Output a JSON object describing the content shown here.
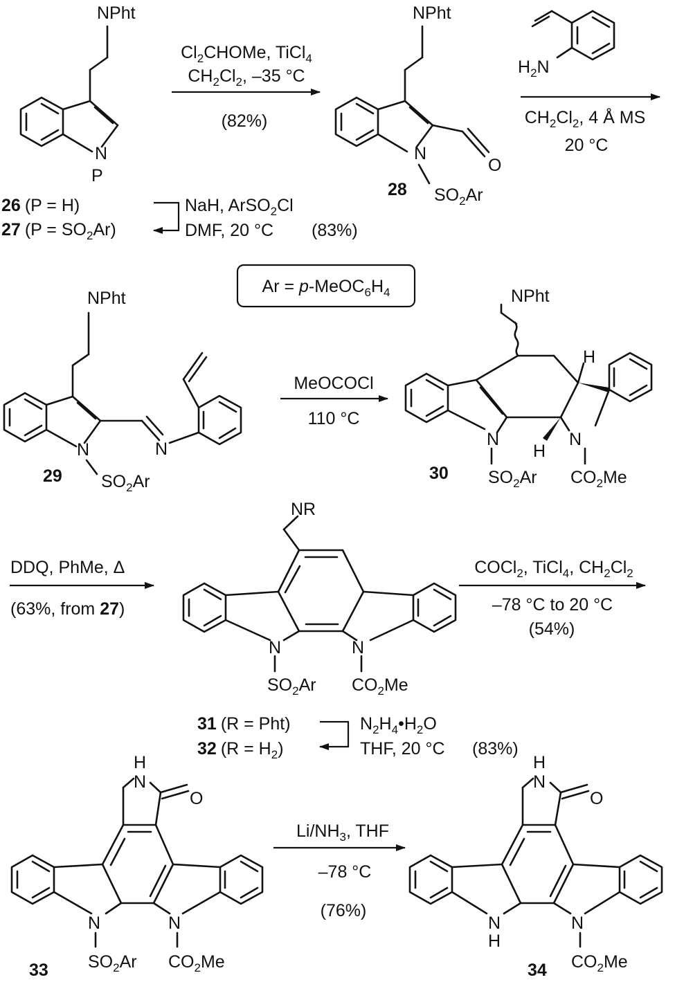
{
  "labels": {
    "npht": "NPht",
    "nr": "NR",
    "n": "N",
    "h": "H",
    "o": "O",
    "p": "P",
    "so2ar": [
      "SO",
      "2",
      "Ar"
    ],
    "co2me": [
      "CO",
      "2",
      "Me"
    ],
    "h2n": [
      "H",
      "2",
      "N"
    ]
  },
  "steps": {
    "s1": {
      "line1": [
        "Cl",
        "2",
        "CHOMe, TiCl",
        "4"
      ],
      "line2": [
        "CH",
        "2",
        "Cl",
        "2",
        ", –35 °C"
      ],
      "yield": "(82%)"
    },
    "s2": {
      "line1": [
        "CH",
        "2",
        "Cl",
        "2",
        ", 4 Å MS"
      ],
      "line2": "20 °C"
    },
    "s3": {
      "line1": [
        "NaH, ArSO",
        "2",
        "Cl"
      ],
      "line2": "DMF, 20 °C",
      "yield": "(83%)"
    },
    "s4": {
      "line1": "MeOCOCl",
      "line2": "110 °C"
    },
    "s5": {
      "line1": "DDQ, PhMe, Δ",
      "line2": [
        "(63%, from ",
        "27",
        ")"
      ]
    },
    "s6": {
      "line1": [
        "COCl",
        "2",
        ", TiCl",
        "4",
        ", CH",
        "2",
        "Cl",
        "2"
      ],
      "line2": "–78 °C to 20 °C",
      "yield": "(54%)"
    },
    "s7": {
      "line1": [
        "N",
        "2",
        "H",
        "4",
        "•H",
        "2",
        "O"
      ],
      "line2": "THF, 20 °C",
      "yield": "(83%)"
    },
    "s8": {
      "line1": [
        "Li/NH",
        "3",
        ", THF"
      ],
      "line2": "–78 °C",
      "yield": "(76%)"
    }
  },
  "compounds": {
    "c26": {
      "num": "26",
      "desc": "(P = H)"
    },
    "c27": {
      "num": "27",
      "desc": [
        "(P = SO",
        "2",
        "Ar)"
      ]
    },
    "c28": {
      "num": "28"
    },
    "c29": {
      "num": "29"
    },
    "c30": {
      "num": "30"
    },
    "c31": {
      "num": "31",
      "desc": "(R = Pht)"
    },
    "c32": {
      "num": "32",
      "desc": [
        "(R = H",
        "2",
        ")"
      ]
    },
    "c33": {
      "num": "33"
    },
    "c34": {
      "num": "34"
    }
  },
  "ar_box": [
    "Ar = ",
    "p",
    "-MeOC",
    "6",
    "H",
    "4"
  ]
}
